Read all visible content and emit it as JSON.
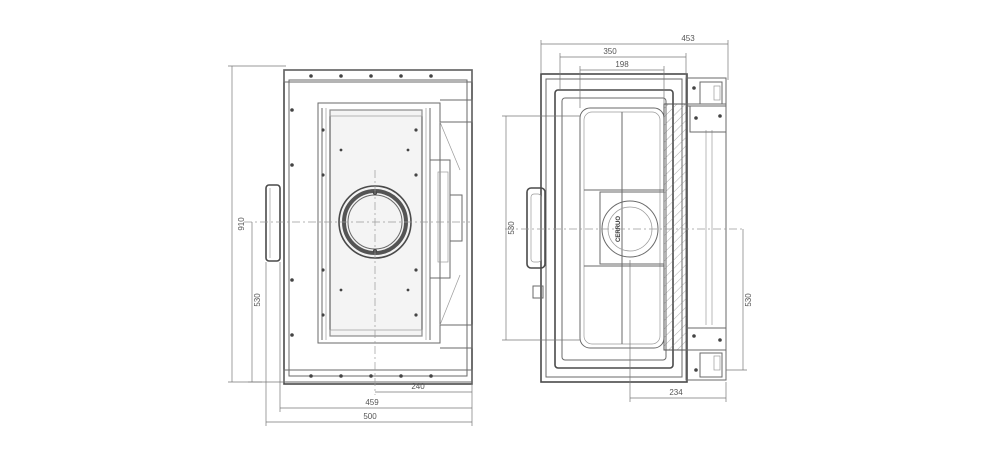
{
  "left_view": {
    "dim_height": "910",
    "dim_depth": "530",
    "dim_center": "240",
    "dim_inner_width": "459",
    "dim_overall_width": "500"
  },
  "right_view": {
    "dim_overall_width": "453",
    "dim_width_2": "350",
    "dim_width_3": "198",
    "dim_height": "530",
    "dim_center_height": "530",
    "dim_bottom": "234",
    "stamp_label": "CERRUO"
  }
}
